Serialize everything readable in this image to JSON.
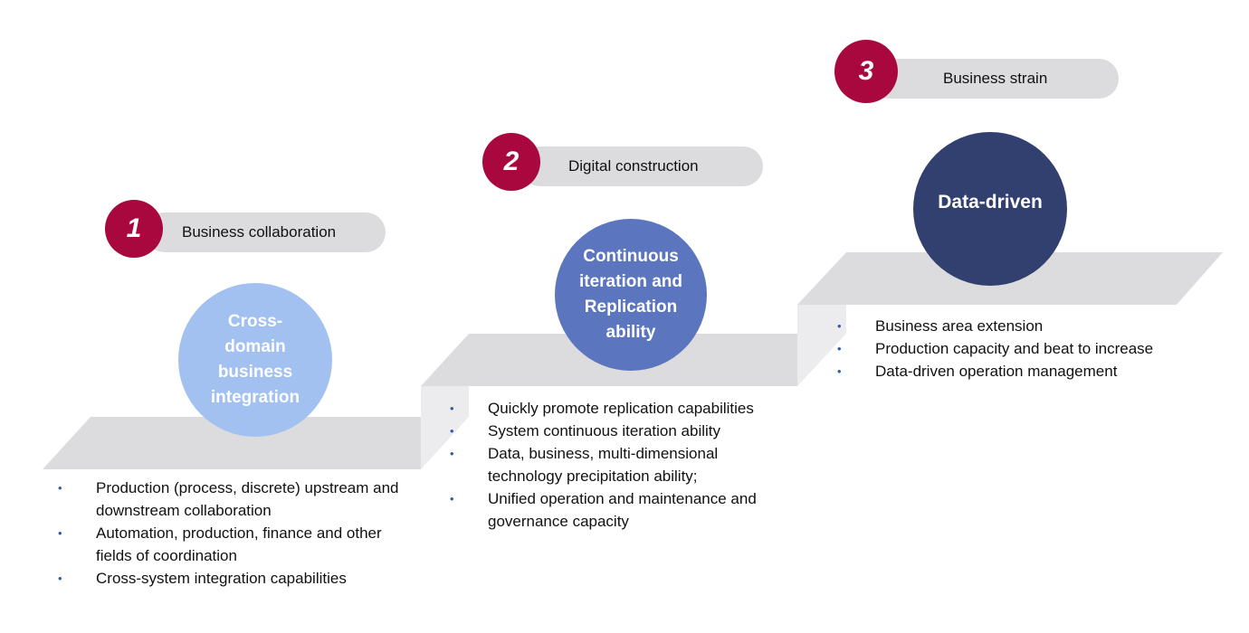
{
  "colors": {
    "step_number_bg": "#a8083e",
    "pill_bg": "#dcdcde",
    "stage1_circle": "#a2c0f0",
    "stage2_circle": "#5b76be",
    "stage3_circle": "#31406f",
    "stair_top": "#dcdcde",
    "stair_riser": "#ececee",
    "bullet": "#2f5da8"
  },
  "stages": [
    {
      "number": "1",
      "label": "Business collaboration",
      "circle_text": "Cross-domain business integration",
      "bullets": [
        "Production (process, discrete) upstream and downstream collaboration",
        "Automation, production, finance and other fields of coordination",
        "Cross-system integration capabilities"
      ]
    },
    {
      "number": "2",
      "label": "Digital construction",
      "circle_text": "Continuous iteration and Replication ability",
      "bullets": [
        "Quickly promote replication capabilities",
        "System continuous iteration ability",
        "Data, business, multi-dimensional technology precipitation ability;",
        "Unified operation and maintenance and governance capacity"
      ]
    },
    {
      "number": "3",
      "label": "Business strain",
      "circle_text": "Data-driven",
      "bullets": [
        "Business area extension",
        "Production capacity and beat to increase",
        "Data-driven operation management"
      ]
    }
  ]
}
